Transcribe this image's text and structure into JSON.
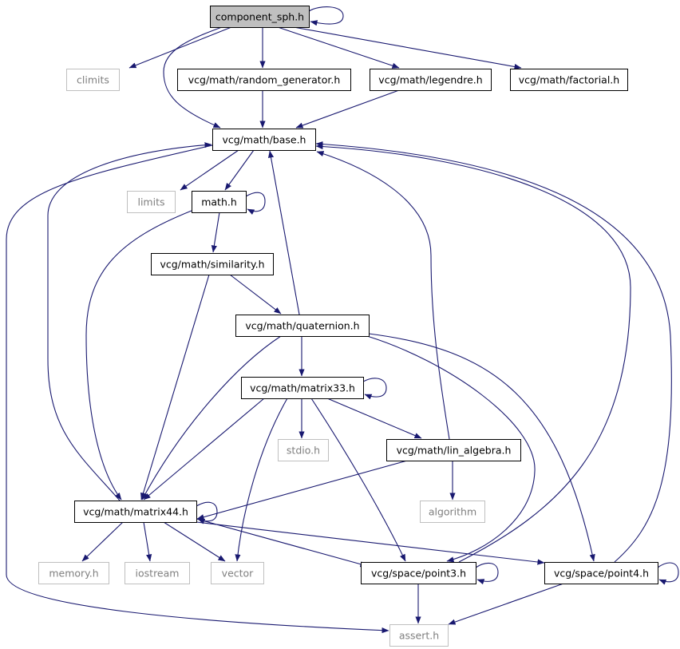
{
  "colors": {
    "edge": "#191970",
    "root_fill": "#bfbfbf",
    "node_border": "#000000",
    "external_border": "#bfbfbf",
    "node_text": "#000000",
    "external_text": "#7f7f7f"
  },
  "nodes": [
    {
      "id": "component_sph",
      "label": "component_sph.h",
      "kind": "root"
    },
    {
      "id": "climits",
      "label": "climits",
      "kind": "external"
    },
    {
      "id": "random_generator",
      "label": "vcg/math/random_generator.h",
      "kind": "header"
    },
    {
      "id": "legendre",
      "label": "vcg/math/legendre.h",
      "kind": "header"
    },
    {
      "id": "factorial",
      "label": "vcg/math/factorial.h",
      "kind": "header"
    },
    {
      "id": "base",
      "label": "vcg/math/base.h",
      "kind": "header"
    },
    {
      "id": "limits",
      "label": "limits",
      "kind": "external"
    },
    {
      "id": "math",
      "label": "math.h",
      "kind": "header"
    },
    {
      "id": "similarity",
      "label": "vcg/math/similarity.h",
      "kind": "header"
    },
    {
      "id": "quaternion",
      "label": "vcg/math/quaternion.h",
      "kind": "header"
    },
    {
      "id": "matrix33",
      "label": "vcg/math/matrix33.h",
      "kind": "header"
    },
    {
      "id": "stdio",
      "label": "stdio.h",
      "kind": "external"
    },
    {
      "id": "lin_algebra",
      "label": "vcg/math/lin_algebra.h",
      "kind": "header"
    },
    {
      "id": "algorithm",
      "label": "algorithm",
      "kind": "external"
    },
    {
      "id": "matrix44",
      "label": "vcg/math/matrix44.h",
      "kind": "header"
    },
    {
      "id": "memory",
      "label": "memory.h",
      "kind": "external"
    },
    {
      "id": "iostream",
      "label": "iostream",
      "kind": "external"
    },
    {
      "id": "vector",
      "label": "vector",
      "kind": "external"
    },
    {
      "id": "point3",
      "label": "vcg/space/point3.h",
      "kind": "header"
    },
    {
      "id": "point4",
      "label": "vcg/space/point4.h",
      "kind": "header"
    },
    {
      "id": "assert",
      "label": "assert.h",
      "kind": "external"
    }
  ],
  "edges": [
    {
      "from": "component_sph",
      "to": "component_sph"
    },
    {
      "from": "component_sph",
      "to": "climits"
    },
    {
      "from": "component_sph",
      "to": "base"
    },
    {
      "from": "component_sph",
      "to": "random_generator"
    },
    {
      "from": "component_sph",
      "to": "legendre"
    },
    {
      "from": "component_sph",
      "to": "factorial"
    },
    {
      "from": "random_generator",
      "to": "base"
    },
    {
      "from": "legendre",
      "to": "base"
    },
    {
      "from": "base",
      "to": "limits"
    },
    {
      "from": "base",
      "to": "math"
    },
    {
      "from": "base",
      "to": "assert"
    },
    {
      "from": "math",
      "to": "math"
    },
    {
      "from": "math",
      "to": "similarity"
    },
    {
      "from": "math",
      "to": "matrix44"
    },
    {
      "from": "similarity",
      "to": "quaternion"
    },
    {
      "from": "similarity",
      "to": "matrix44"
    },
    {
      "from": "quaternion",
      "to": "base"
    },
    {
      "from": "quaternion",
      "to": "matrix33"
    },
    {
      "from": "quaternion",
      "to": "matrix44"
    },
    {
      "from": "quaternion",
      "to": "point3"
    },
    {
      "from": "quaternion",
      "to": "point4"
    },
    {
      "from": "matrix33",
      "to": "matrix33"
    },
    {
      "from": "matrix33",
      "to": "stdio"
    },
    {
      "from": "matrix33",
      "to": "lin_algebra"
    },
    {
      "from": "matrix33",
      "to": "matrix44"
    },
    {
      "from": "matrix33",
      "to": "vector"
    },
    {
      "from": "matrix33",
      "to": "point3"
    },
    {
      "from": "lin_algebra",
      "to": "base"
    },
    {
      "from": "lin_algebra",
      "to": "algorithm"
    },
    {
      "from": "lin_algebra",
      "to": "matrix44"
    },
    {
      "from": "matrix44",
      "to": "matrix44"
    },
    {
      "from": "matrix44",
      "to": "base"
    },
    {
      "from": "matrix44",
      "to": "memory"
    },
    {
      "from": "matrix44",
      "to": "iostream"
    },
    {
      "from": "matrix44",
      "to": "vector"
    },
    {
      "from": "matrix44",
      "to": "point3"
    },
    {
      "from": "matrix44",
      "to": "point4"
    },
    {
      "from": "point3",
      "to": "point3"
    },
    {
      "from": "point3",
      "to": "base"
    },
    {
      "from": "point3",
      "to": "assert"
    },
    {
      "from": "point4",
      "to": "point4"
    },
    {
      "from": "point4",
      "to": "base"
    },
    {
      "from": "point4",
      "to": "assert"
    }
  ]
}
